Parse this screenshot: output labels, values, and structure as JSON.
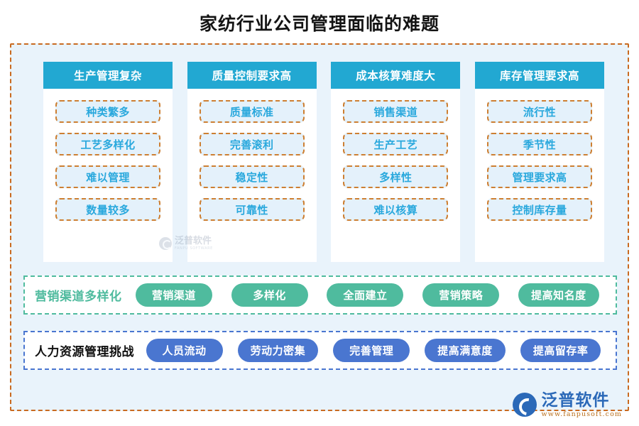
{
  "page": {
    "title": "家纺行业公司管理面临的难题"
  },
  "colors": {
    "header_blue": "#22a8d2",
    "chip_text_blue": "#29a8dd",
    "chip_bg": "#e4f1fb",
    "chip_border_orange": "#cd7f32",
    "panel_bg": "#e9f3fb",
    "panel_border_orange": "#c96a20",
    "green": "#4fbb9e",
    "blue": "#4a76d0"
  },
  "columns": [
    {
      "header": "生产管理复杂",
      "items": [
        "种类繁多",
        "工艺多样化",
        "难以管理",
        "数量较多"
      ]
    },
    {
      "header": "质量控制要求高",
      "items": [
        "质量标准",
        "完善滚利",
        "稳定性",
        "可靠性"
      ]
    },
    {
      "header": "成本核算难度大",
      "items": [
        "销售渠道",
        "生产工艺",
        "多样性",
        "难以核算"
      ]
    },
    {
      "header": "库存管理要求高",
      "items": [
        "流行性",
        "季节性",
        "管理要求高",
        "控制库存量"
      ]
    }
  ],
  "rows": [
    {
      "label": "营销渠道多样化",
      "style": "green",
      "pills": [
        "营销渠道",
        "多样化",
        "全面建立",
        "营销策略",
        "提高知名度"
      ]
    },
    {
      "label": "人力资源管理挑战",
      "style": "blue",
      "pills": [
        "人员流动",
        "劳动力密集",
        "完善管理",
        "提高满意度",
        "提高留存率"
      ]
    }
  ],
  "watermark": {
    "cn": "泛普软件",
    "en": "FANPU SOFTWARE"
  },
  "brand": {
    "cn": "泛普软件",
    "en": "www.fanpusoft.com"
  }
}
